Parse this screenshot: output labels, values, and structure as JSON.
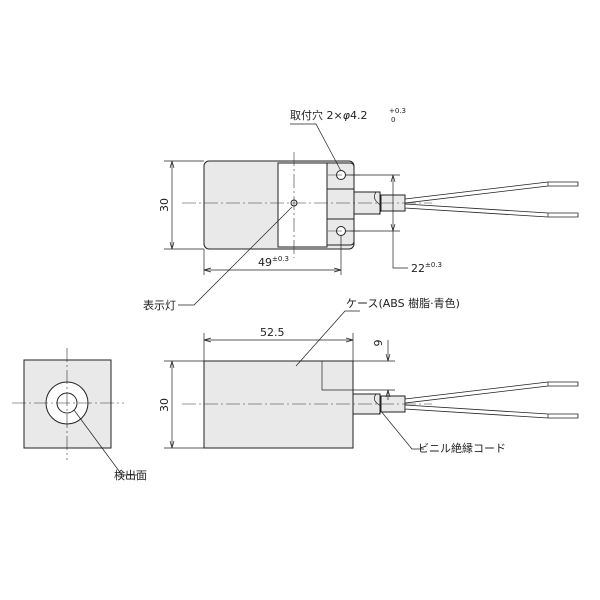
{
  "labels": {
    "mounting_hole_prefix": "取付穴 2×",
    "mounting_hole_phi": "φ",
    "mounting_hole_dia": "4.2",
    "mounting_hole_tol_upper": "+0.3",
    "mounting_hole_tol_lower": "0",
    "indicator_lamp": "表示灯",
    "case": "ケース(ABS 樹脂·青色)",
    "vinyl_cord": "ビニル絶縁コード",
    "sensing_surface": "検出面"
  },
  "dimensions": {
    "height_top": "30",
    "width_top": "49",
    "width_top_tol": "±0.3",
    "hole_pitch": "22",
    "hole_pitch_tol": "±0.3",
    "length_side": "52.5",
    "step_side": "9",
    "height_side": "30"
  }
}
